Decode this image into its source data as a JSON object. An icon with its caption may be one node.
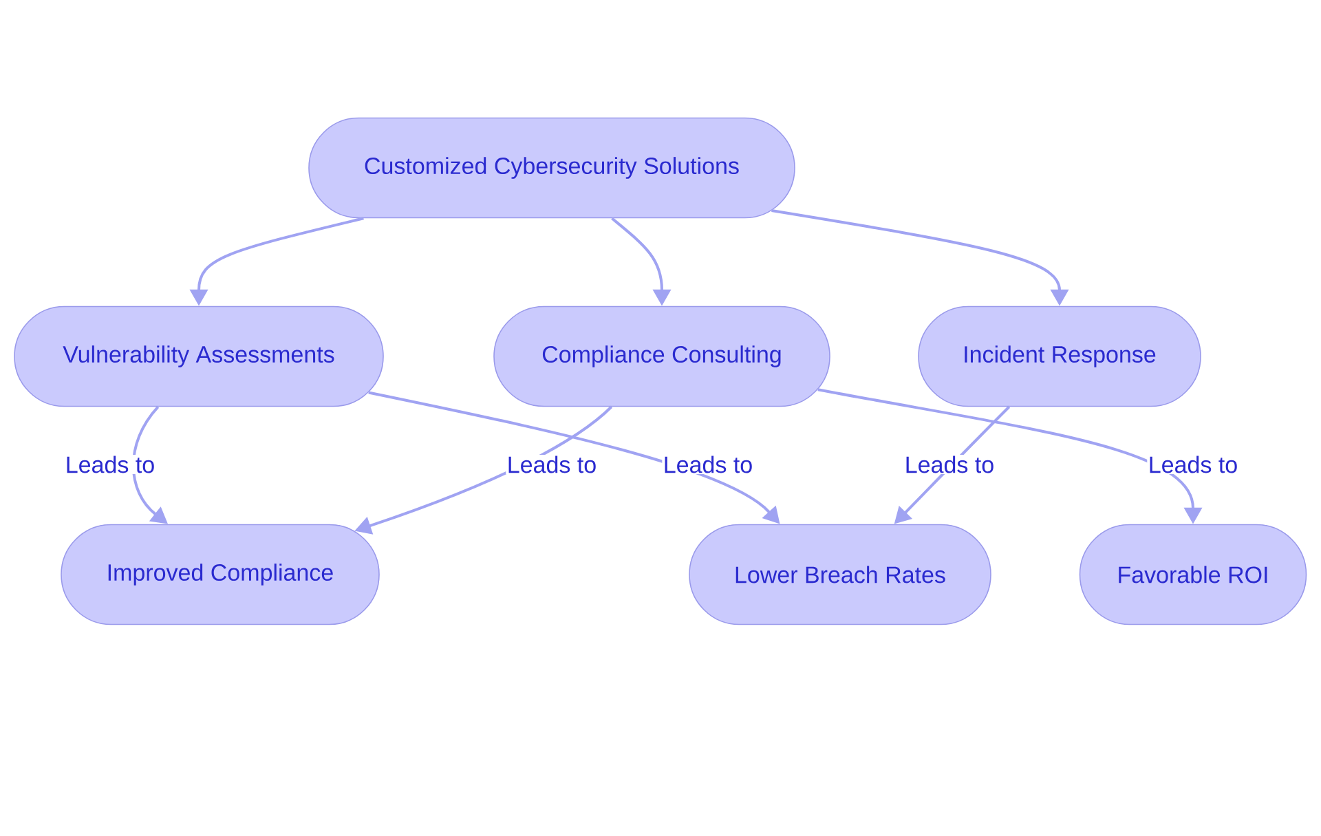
{
  "diagram": {
    "nodes": [
      {
        "text": [
          "Customized Cybersecurity Solutions"
        ]
      },
      {
        "text": [
          "Vulnerability Assessments"
        ]
      },
      {
        "text": [
          "Compliance Consulting"
        ]
      },
      {
        "text": [
          "Incident Response"
        ]
      },
      {
        "text": [
          "Improved Compliance"
        ]
      },
      {
        "text": [
          "Lower Breach Rates"
        ]
      },
      {
        "text": [
          "Favorable ROI"
        ]
      }
    ],
    "edges": [
      {
        "from": 0,
        "to": 1,
        "arrow": "to"
      },
      {
        "from": 0,
        "to": 2,
        "arrow": "to"
      },
      {
        "from": 0,
        "to": 3,
        "arrow": "to"
      },
      {
        "from": 1,
        "to": 4,
        "arrow": "to",
        "label": "Leads to"
      },
      {
        "from": 2,
        "to": 4,
        "arrow": "to",
        "label": "Leads to"
      },
      {
        "from": 1,
        "to": 5,
        "arrow": "to",
        "label": "Leads to"
      },
      {
        "from": 3,
        "to": 5,
        "arrow": "to",
        "label": "Leads to"
      },
      {
        "from": 2,
        "to": 6,
        "arrow": "to",
        "label": "Leads to"
      }
    ]
  }
}
